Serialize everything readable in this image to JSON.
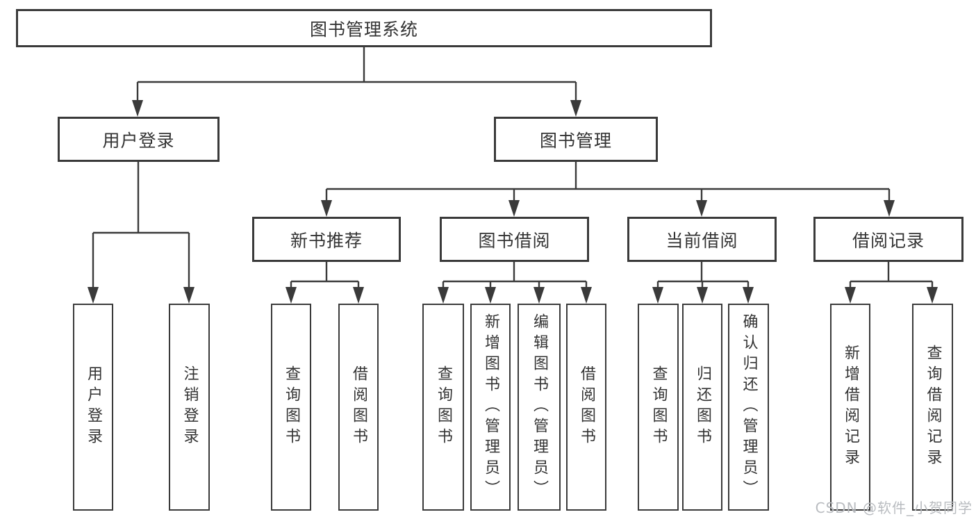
{
  "colors": {
    "line": "#3a3a3a",
    "text": "#333333",
    "bg": "#ffffff",
    "watermark": "#b9bcc0"
  },
  "root": {
    "label": "图书管理系统"
  },
  "user_login": {
    "label": "用户登录",
    "children": [
      {
        "label": "用户登录"
      },
      {
        "label": "注销登录"
      }
    ]
  },
  "book_management": {
    "label": "图书管理",
    "sections": [
      {
        "label": "新书推荐",
        "children": [
          {
            "label": "查询图书"
          },
          {
            "label": "借阅图书"
          }
        ]
      },
      {
        "label": "图书借阅",
        "children": [
          {
            "label": "查询图书"
          },
          {
            "label": "新增图书（管理员）"
          },
          {
            "label": "编辑图书（管理员）"
          },
          {
            "label": "借阅图书"
          }
        ]
      },
      {
        "label": "当前借阅",
        "children": [
          {
            "label": "查询图书"
          },
          {
            "label": "归还图书"
          },
          {
            "label": "确认归还（管理员）"
          }
        ]
      },
      {
        "label": "借阅记录",
        "children": [
          {
            "label": "新增借阅记录"
          },
          {
            "label": "查询借阅记录"
          }
        ]
      }
    ]
  },
  "watermark": {
    "text": "CSDN @软件_小贺同学"
  }
}
